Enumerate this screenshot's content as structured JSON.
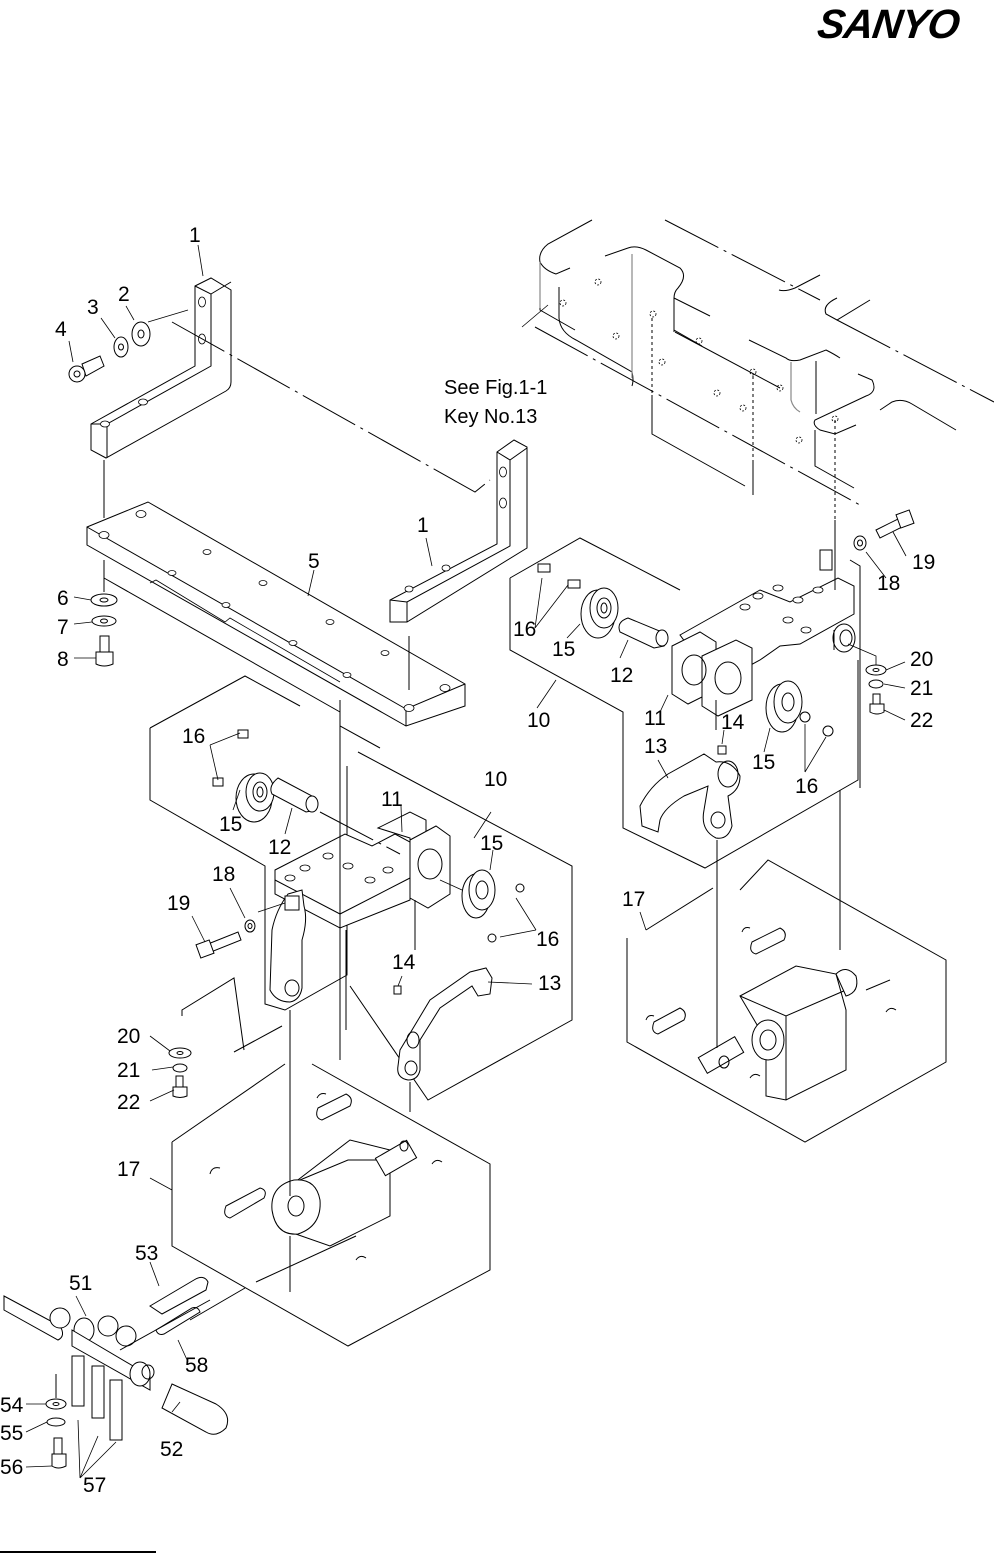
{
  "brand": {
    "logo_text": "SANYO"
  },
  "reference_note": {
    "line1": "See Fig.1-1",
    "line2": "Key No.13"
  },
  "callouts": {
    "c1a": "1",
    "c1b": "1",
    "c2": "2",
    "c3": "3",
    "c4": "4",
    "c5": "5",
    "c6": "6",
    "c7": "7",
    "c8": "8",
    "c10a": "10",
    "c10b": "10",
    "c11a": "11",
    "c11b": "11",
    "c12a": "12",
    "c12b": "12",
    "c13a": "13",
    "c13b": "13",
    "c14a": "14",
    "c14b": "14",
    "c15a": "15",
    "c15b": "15",
    "c15c": "15",
    "c15d": "15",
    "c16a": "16",
    "c16b": "16",
    "c16c": "16",
    "c16d": "16",
    "c17a": "17",
    "c17b": "17",
    "c18a": "18",
    "c18b": "18",
    "c19a": "19",
    "c19b": "19",
    "c20a": "20",
    "c20b": "20",
    "c21a": "21",
    "c21b": "21",
    "c22a": "22",
    "c22b": "22",
    "c51": "51",
    "c52": "52",
    "c53": "53",
    "c54": "54",
    "c55": "55",
    "c56": "56",
    "c57": "57",
    "c58": "58"
  }
}
